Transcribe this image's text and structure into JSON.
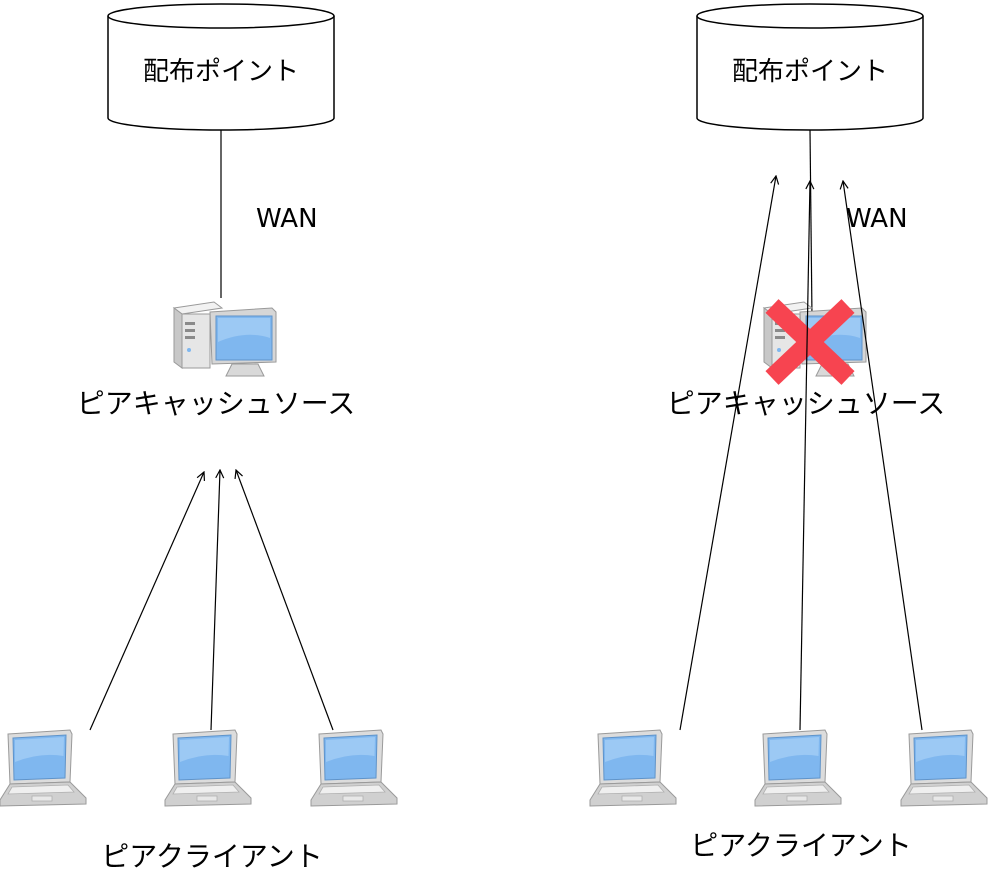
{
  "colors": {
    "stroke": "#000000",
    "fill": "#ffffff",
    "screen": "#7fb7ef",
    "device_body": "#e4e4e4",
    "x_mark": "#f74450"
  },
  "icons": {
    "desktop": "desktop-computer-icon",
    "laptop": "laptop-icon",
    "failure": "red-x-failure-icon",
    "storage": "database-cylinder-icon"
  },
  "left": {
    "distribution_point": "配布ポイント",
    "wan": "WAN",
    "cache_source": "ピアキャッシュソース",
    "clients": "ピアクライアント"
  },
  "right": {
    "distribution_point": "配布ポイント",
    "wan": "WAN",
    "cache_source": "ピアキャッシュソース",
    "clients": "ピアクライアント"
  }
}
